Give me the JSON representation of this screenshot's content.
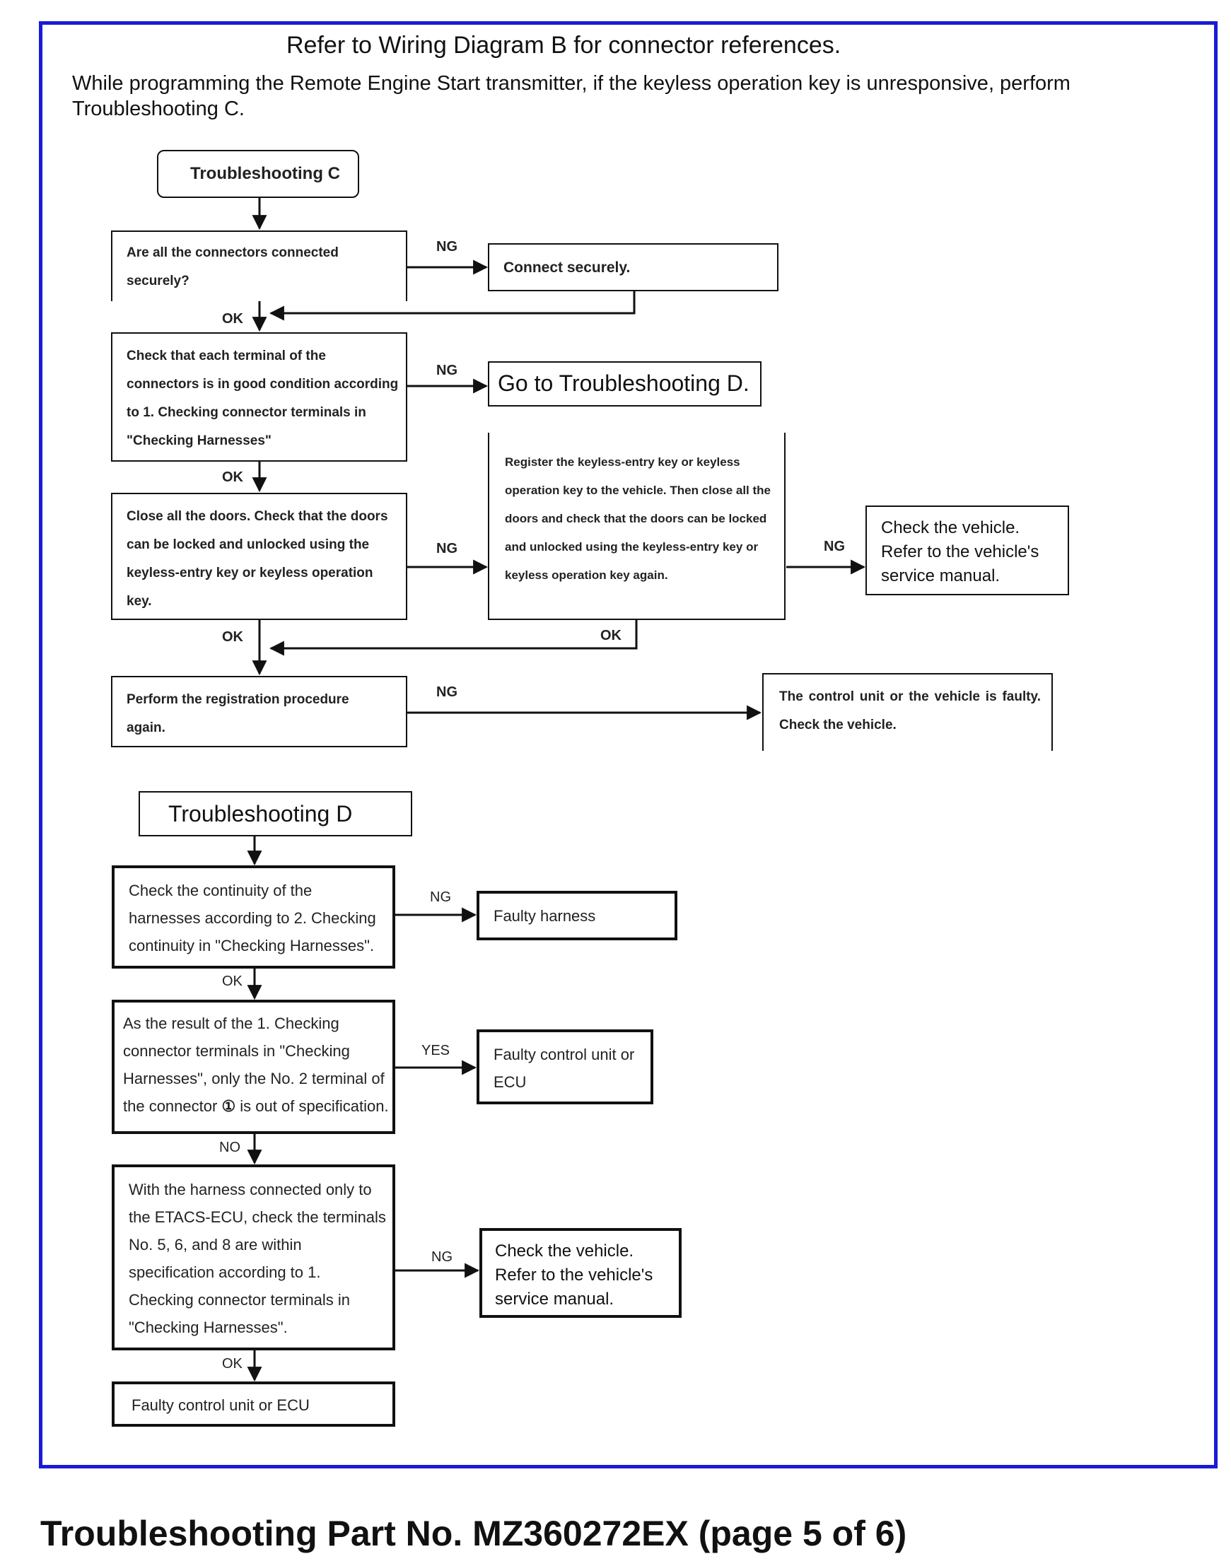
{
  "header": {
    "title": "Refer to Wiring Diagram B for connector references.",
    "intro": "While programming the Remote Engine Start transmitter, if the keyless operation key is unresponsive, perform Troubleshooting C."
  },
  "flow_c": {
    "start": "Troubleshooting C",
    "q1": "Are all the connectors connected securely?",
    "a1_ng": "Connect securely.",
    "q2": "Check that each terminal of the connectors is in good condition according to 1. Checking connector terminals in \"Checking Harnesses\"",
    "a2_ng": "Go to Troubleshooting D.",
    "q3": "Close all the doors. Check that the doors can be locked and unlocked using the keyless-entry key or keyless operation key.",
    "q3_ng": "Register the keyless-entry key or keyless operation key to the vehicle. Then close all the doors and check that the doors can be locked and unlocked using the keyless-entry key or keyless operation key again.",
    "q3_ng_ng": "Check the vehicle. Refer to the vehicle's service manual.",
    "q4": "Perform the registration procedure again.",
    "a4_ng": "The control unit or the vehicle is faulty. Check the vehicle."
  },
  "flow_d": {
    "start": "Troubleshooting D",
    "q1": "Check the continuity of the harnesses according to 2. Checking continuity in \"Checking Harnesses\".",
    "a1_ng": "Faulty harness",
    "q2_before": "As the result of the 1. Checking connector terminals in \"Checking Harnesses\", only the No. 2 terminal of the connector",
    "q2_after": "is out of specification.",
    "q2_symbol": "①",
    "a2_yes": "Faulty control unit or ECU",
    "q3": "With the harness connected only to the ETACS-ECU, check the terminals No. 5, 6, and 8 are within specification according to 1. Checking connector terminals in \"Checking Harnesses\".",
    "a3_ng": "Check the vehicle. Refer to the vehicle's service manual.",
    "end": "Faulty control unit or ECU"
  },
  "labels": {
    "ok": "OK",
    "ng": "NG",
    "yes": "YES",
    "no": "NO"
  },
  "footer": "Troubleshooting Part No. MZ360272EX (page 5 of 6)",
  "colors": {
    "frame": "#1a1ad6",
    "line": "#111111"
  }
}
